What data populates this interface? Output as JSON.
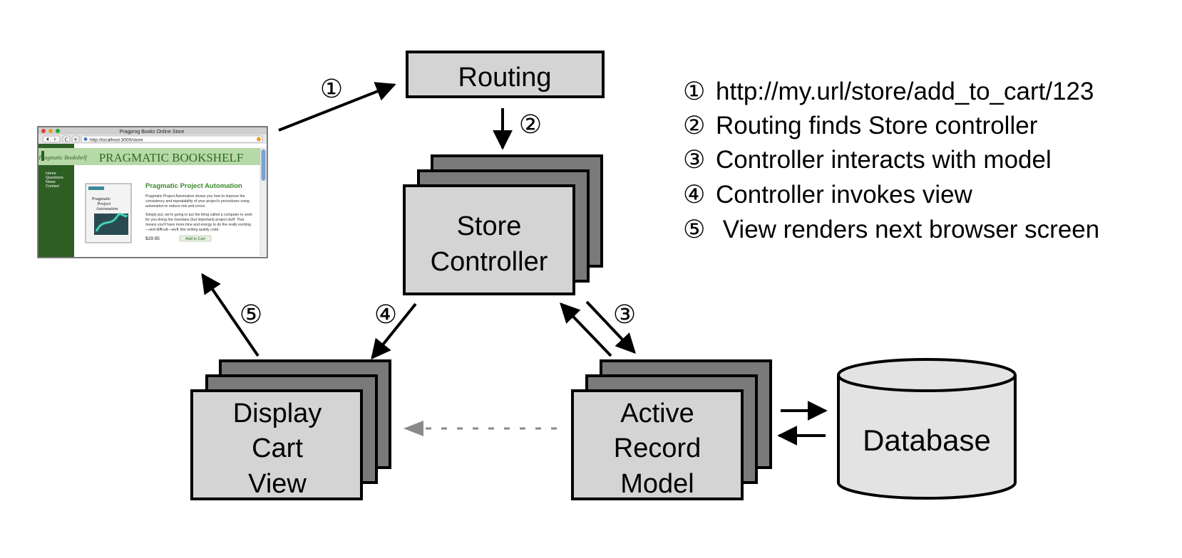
{
  "nodes": {
    "routing": "Routing",
    "store_controller": [
      "Store",
      "Controller"
    ],
    "display_cart_view": [
      "Display",
      "Cart",
      "View"
    ],
    "active_record_model": [
      "Active",
      "Record",
      "Model"
    ],
    "database": "Database"
  },
  "steps": [
    "①",
    "②",
    "③",
    "④",
    "⑤"
  ],
  "legend": [
    {
      "num": "①",
      "text": "http://my.url/store/add_to_cart/123"
    },
    {
      "num": "②",
      "text": "Routing finds Store controller"
    },
    {
      "num": "③",
      "text": "Controller interacts with model"
    },
    {
      "num": "④",
      "text": "Controller invokes view"
    },
    {
      "num": "⑤",
      "text": " View renders next browser screen"
    }
  ],
  "browser": {
    "window_title": "Pragprog Books Online Store",
    "url": "http://localhost:3000/store",
    "header_logo": "Pragmatic Bookshelf",
    "header_title": "PRAGMATIC BOOKSHELF",
    "nav": [
      "Home",
      "Questions",
      "News",
      "Contact"
    ],
    "book_cover_title": [
      "Pragmatic",
      "Project",
      "Automation"
    ],
    "product_title": "Pragmatic Project Automation",
    "paragraph1": [
      "Pragmatic Project Automation shows you how to improve the",
      "consistency and repeatability of your project's procedures using",
      "automation to reduce risk and errors."
    ],
    "paragraph2": [
      "Simply put, we're going to put the thing called a computer to work",
      "for you doing the mundane (but important) project stuff. That",
      "means you'll have more time and energy to do the really exciting",
      "—and difficult—stuff, like writing quality code."
    ],
    "price": "$29.95",
    "add_to_cart": "Add to Cart"
  },
  "colors": {
    "box_fill": "#d4d4d4",
    "box_shadow": "#7a7a7a",
    "browser_green": "#2d5e24",
    "header_green": "#b7d9a8",
    "title_green": "#3a8a2a"
  }
}
